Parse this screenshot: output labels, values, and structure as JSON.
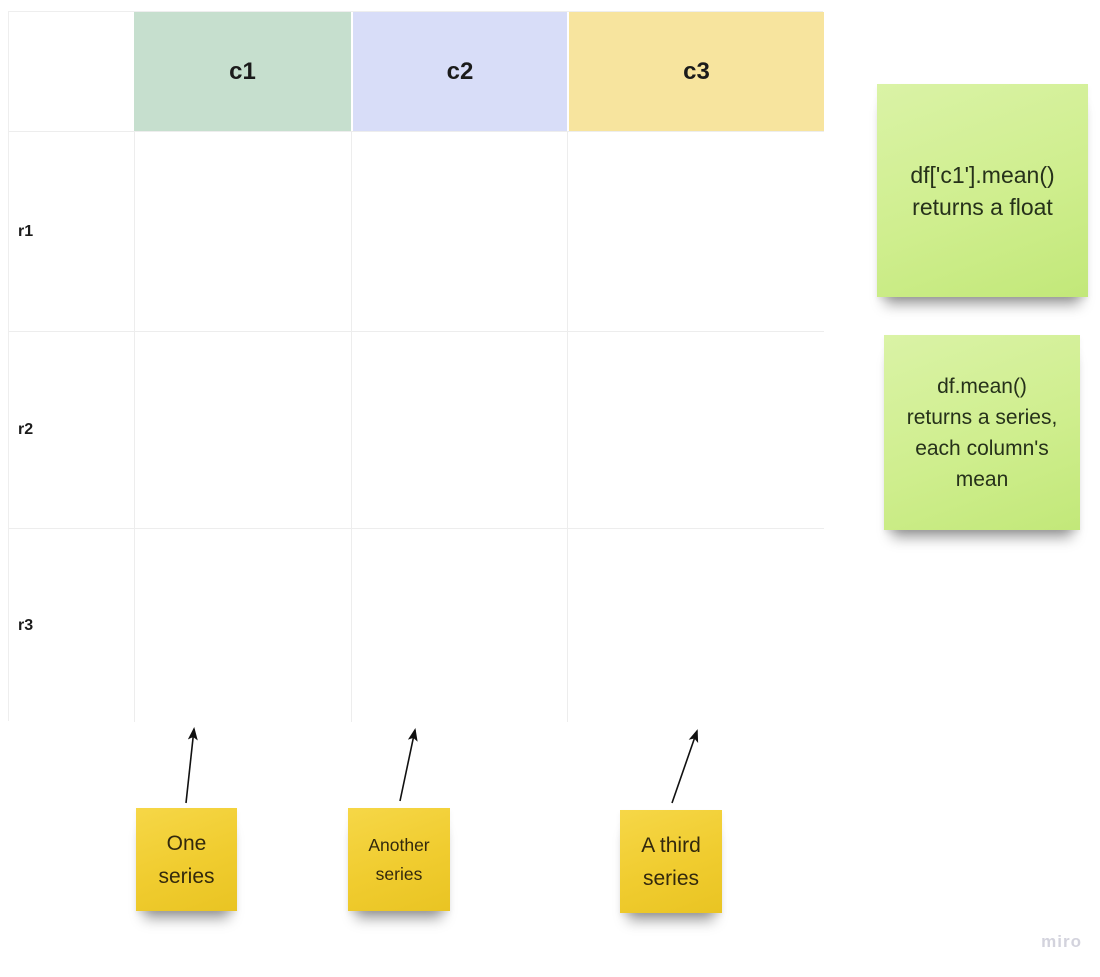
{
  "board": {
    "watermark": "miro"
  },
  "table": {
    "columns": [
      {
        "label": "c1",
        "color": "#c6dfce"
      },
      {
        "label": "c2",
        "color": "#d8ddf8"
      },
      {
        "label": "c3",
        "color": "#f7e49e"
      }
    ],
    "rows": [
      {
        "label": "r1"
      },
      {
        "label": "r2"
      },
      {
        "label": "r3"
      }
    ],
    "cells": [
      [
        "",
        "",
        ""
      ],
      [
        "",
        "",
        ""
      ],
      [
        "",
        "",
        ""
      ]
    ]
  },
  "sticky_notes": [
    {
      "id": "df-c1-mean",
      "text": "df['c1'].mean() returns a float",
      "color": "#cfee8e"
    },
    {
      "id": "df-mean",
      "text": "df.mean() returns a series, each column's mean",
      "color": "#cfee8e"
    },
    {
      "id": "one-series",
      "text": "One series",
      "color": "#f0cc2f"
    },
    {
      "id": "another-series",
      "text": "Another series",
      "color": "#f0cc2f"
    },
    {
      "id": "a-third-series",
      "text": "A third series",
      "color": "#f0cc2f"
    }
  ],
  "connector_color": "#111111"
}
